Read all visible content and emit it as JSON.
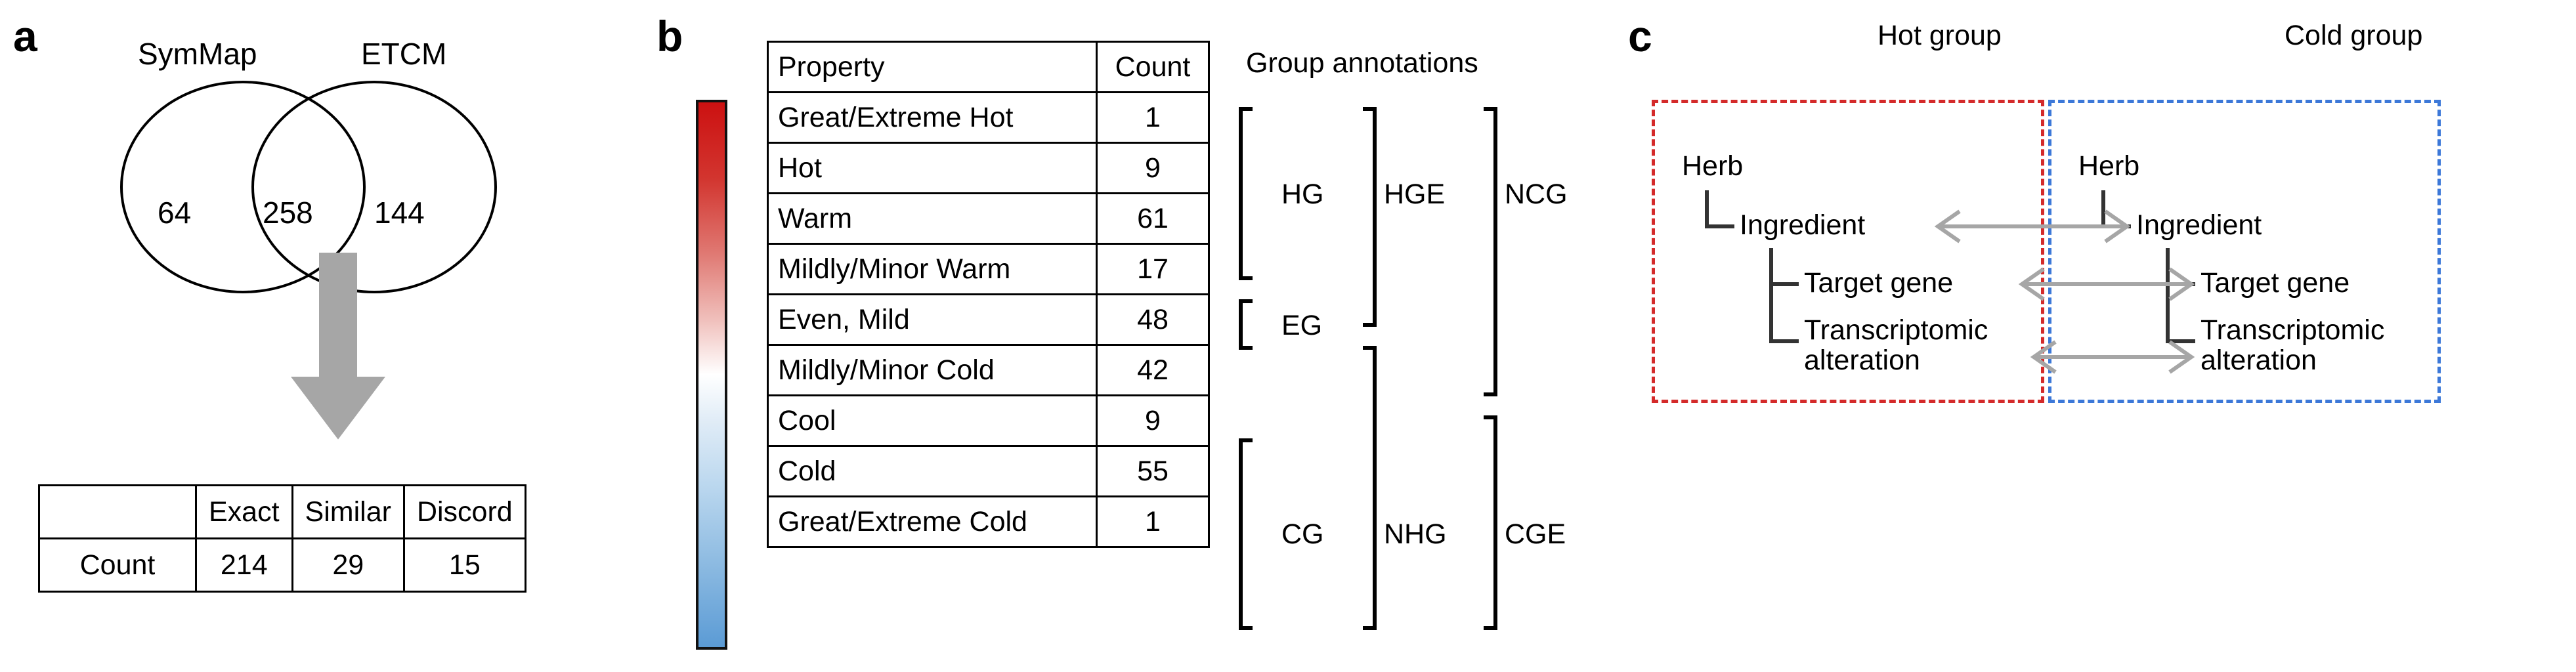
{
  "panels": {
    "a": {
      "letter": "a",
      "venn": {
        "left_label": "SymMap",
        "right_label": "ETCM",
        "left_only": "64",
        "intersection": "258",
        "right_only": "144"
      },
      "arrow_icon": "down-arrow-icon",
      "table": {
        "header": [
          "",
          "Exact",
          "Similar",
          "Discord"
        ],
        "rows": [
          {
            "label": "Count",
            "values": [
              "214",
              "29",
              "15"
            ]
          }
        ]
      }
    },
    "b": {
      "letter": "b",
      "colorbar": {
        "name": "hot-cold-colorbar",
        "top_color": "#CC1111",
        "mid_color": "#FFFFFF",
        "bottom_color": "#5B9BD5"
      },
      "table": {
        "headers": [
          "Property",
          "Count"
        ],
        "annotations_header": "Group annotations",
        "rows": [
          {
            "property": "Great/Extreme Hot",
            "count": "1"
          },
          {
            "property": "Hot",
            "count": "9"
          },
          {
            "property": "Warm",
            "count": "61"
          },
          {
            "property": "Mildly/Minor Warm",
            "count": "17"
          },
          {
            "property": "Even, Mild",
            "count": "48"
          },
          {
            "property": "Mildly/Minor Cold",
            "count": "42"
          },
          {
            "property": "Cool",
            "count": "9"
          },
          {
            "property": "Cold",
            "count": "55"
          },
          {
            "property": "Great/Extreme Cold",
            "count": "1"
          }
        ]
      },
      "brackets": {
        "level1": [
          {
            "label": "HG",
            "first_row": 1,
            "last_row": 4
          },
          {
            "label": "EG",
            "first_row": 5,
            "last_row": 5
          },
          {
            "label": "CG",
            "first_row": 7,
            "last_row": 9
          }
        ],
        "level2": [
          {
            "label": "HGE",
            "first_row": 1,
            "last_row": 5
          },
          {
            "label": "NHG",
            "first_row": 6,
            "last_row": 9
          }
        ],
        "level3": [
          {
            "label": "NCG",
            "first_row": 1,
            "last_row": 6
          },
          {
            "label": "CGE",
            "first_row": 7,
            "last_row": 9
          }
        ]
      }
    },
    "c": {
      "letter": "c",
      "hot": {
        "title": "Hot group",
        "border_color": "#D42A2A",
        "nodes": [
          "Herb",
          "Ingredient",
          "Target gene",
          "Transcriptomic alteration"
        ]
      },
      "cold": {
        "title": "Cold group",
        "border_color": "#3C78D8",
        "nodes": [
          "Herb",
          "Ingredient",
          "Target gene",
          "Transcriptomic alteration"
        ]
      },
      "arrows": {
        "name": "bidirectional-arrow-icon",
        "color": "#A6A6A6",
        "count": 3
      }
    }
  },
  "chart_data": {
    "type": "table",
    "title": "Herb property distribution and group annotations",
    "venn": {
      "type": "venn",
      "sets": [
        "SymMap",
        "ETCM"
      ],
      "values": {
        "SymMap_only": 64,
        "intersection": 258,
        "ETCM_only": 144
      }
    },
    "concordance_table": {
      "type": "table",
      "columns": [
        "",
        "Exact",
        "Similar",
        "Discord"
      ],
      "rows": [
        [
          "Count",
          214,
          29,
          15
        ]
      ]
    },
    "property_table": {
      "type": "table",
      "columns": [
        "Property",
        "Count"
      ],
      "categories": [
        "Great/Extreme Hot",
        "Hot",
        "Warm",
        "Mildly/Minor Warm",
        "Even, Mild",
        "Mildly/Minor Cold",
        "Cool",
        "Cold",
        "Great/Extreme Cold"
      ],
      "values": [
        1,
        9,
        61,
        17,
        48,
        42,
        9,
        55,
        1
      ],
      "group_annotations": {
        "HG": [
          "Great/Extreme Hot",
          "Hot",
          "Warm",
          "Mildly/Minor Warm"
        ],
        "EG": [
          "Even, Mild"
        ],
        "CG": [
          "Cool",
          "Cold",
          "Great/Extreme Cold"
        ],
        "HGE": [
          "Great/Extreme Hot",
          "Hot",
          "Warm",
          "Mildly/Minor Warm",
          "Even, Mild"
        ],
        "NHG": [
          "Mildly/Minor Cold",
          "Cool",
          "Cold",
          "Great/Extreme Cold"
        ],
        "NCG": [
          "Great/Extreme Hot",
          "Hot",
          "Warm",
          "Mildly/Minor Warm",
          "Even, Mild",
          "Mildly/Minor Cold"
        ],
        "CGE": [
          "Cool",
          "Cold",
          "Great/Extreme Cold"
        ]
      }
    }
  }
}
